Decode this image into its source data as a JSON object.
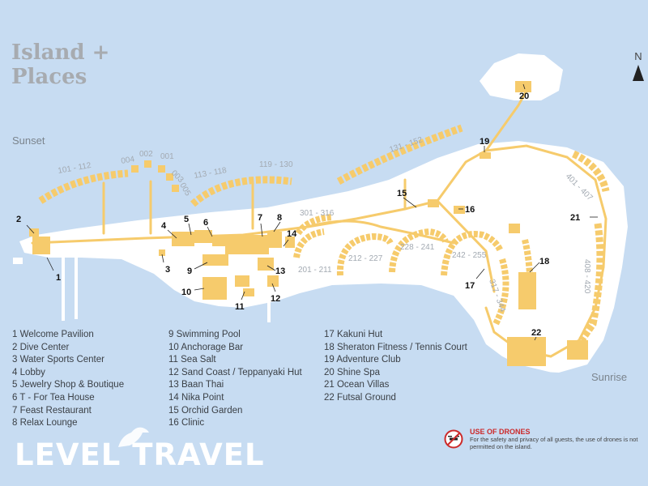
{
  "map": {
    "title_line1": "Island +",
    "title_line2": "Places",
    "north_label": "N",
    "sunset_label": "Sunset",
    "sunrise_label": "Sunrise"
  },
  "villa_ranges": [
    {
      "label": "101 - 112"
    },
    {
      "label": "004"
    },
    {
      "label": "002"
    },
    {
      "label": "001"
    },
    {
      "label": "003"
    },
    {
      "label": "005"
    },
    {
      "label": "113 - 118"
    },
    {
      "label": "119 - 130"
    },
    {
      "label": "131 - 152"
    },
    {
      "label": "301 - 316"
    },
    {
      "label": "201 - 211"
    },
    {
      "label": "212 - 227"
    },
    {
      "label": "228 - 241"
    },
    {
      "label": "242 - 255"
    },
    {
      "label": "317 - 344"
    },
    {
      "label": "401 - 407"
    },
    {
      "label": "408 - 420"
    }
  ],
  "markers": [
    {
      "num": "1"
    },
    {
      "num": "2"
    },
    {
      "num": "3"
    },
    {
      "num": "4"
    },
    {
      "num": "5"
    },
    {
      "num": "6"
    },
    {
      "num": "7"
    },
    {
      "num": "8"
    },
    {
      "num": "9"
    },
    {
      "num": "10"
    },
    {
      "num": "11"
    },
    {
      "num": "12"
    },
    {
      "num": "13"
    },
    {
      "num": "14"
    },
    {
      "num": "15"
    },
    {
      "num": "16"
    },
    {
      "num": "17"
    },
    {
      "num": "18"
    },
    {
      "num": "19"
    },
    {
      "num": "20"
    },
    {
      "num": "21"
    },
    {
      "num": "22"
    }
  ],
  "legend": [
    "1 Welcome Pavilion",
    "2 Dive Center",
    "3 Water Sports Center",
    "4 Lobby",
    "5 Jewelry Shop & Boutique",
    "6 T - For Tea House",
    "7 Feast Restaurant",
    "8 Relax Lounge",
    "9 Swimming Pool",
    "10 Anchorage Bar",
    "11 Sea Salt",
    "12 Sand Coast / Teppanyaki Hut",
    "13 Baan Thai",
    "14 Nika Point",
    "15 Orchid Garden",
    "16 Clinic",
    "17 Kakuni Hut",
    "18 Sheraton Fitness / Tennis Court",
    "19 Adventure Club",
    "20 Shine Spa",
    "21 Ocean Villas",
    "22 Futsal Ground"
  ],
  "drones": {
    "title": "USE OF DRONES",
    "text": "For the safety and privacy of all guests, the use of drones is not permitted on the island."
  },
  "brand": {
    "text": "LEVEL TRAVEL"
  },
  "colors": {
    "sea": "#c7dcf2",
    "land": "#ffffff",
    "building": "#f6cb6c",
    "villa_label": "#a3aab2",
    "marker_text": "#111111",
    "drone_red": "#cc2a2a"
  },
  "icons": {
    "north": "north-arrow-icon",
    "drone": "no-drone-icon",
    "brand": "bird-logo-icon"
  }
}
